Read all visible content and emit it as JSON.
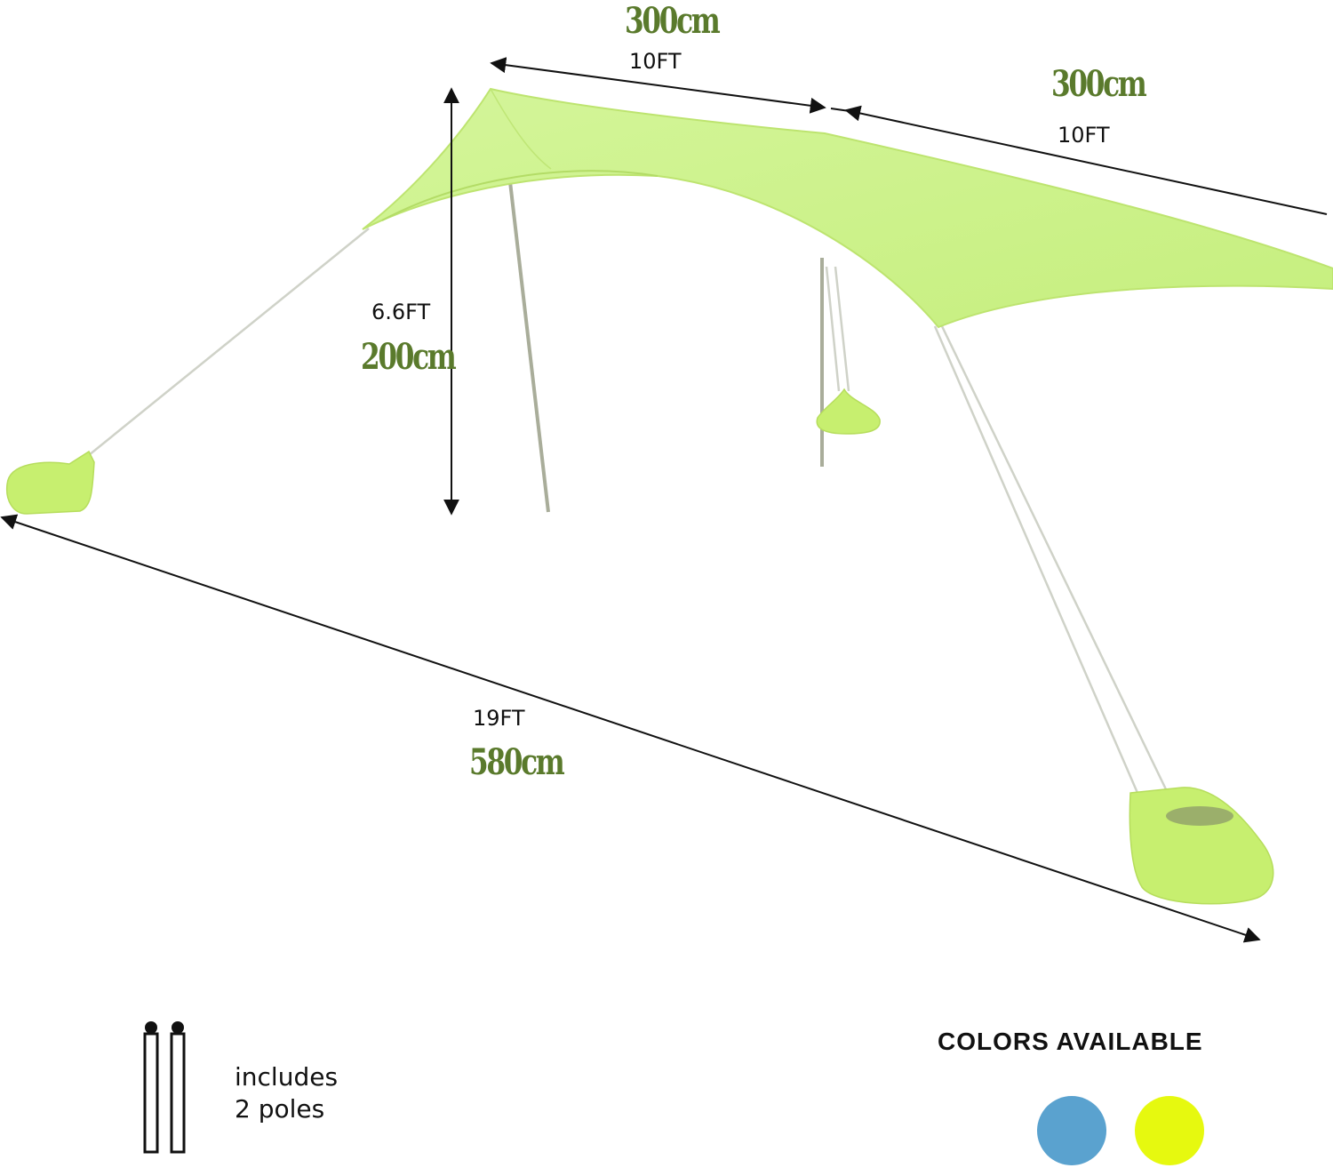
{
  "dimensions": {
    "width_top": {
      "metric": "300cm",
      "imperial": "10FT"
    },
    "width_right": {
      "metric": "300cm",
      "imperial": "10FT"
    },
    "height": {
      "metric": "200cm",
      "imperial": "6.6FT"
    },
    "diagonal": {
      "metric": "580cm",
      "imperial": "19FT"
    }
  },
  "poles_caption": {
    "line1": "includes",
    "line2": "2 poles"
  },
  "colors": {
    "title": "COLORS AVAILABLE",
    "swatches": [
      {
        "name": "blue",
        "hex": "#5aa2cf"
      },
      {
        "name": "lime",
        "hex": "#e6f90f"
      }
    ]
  },
  "tent_color": "#ccf28a"
}
